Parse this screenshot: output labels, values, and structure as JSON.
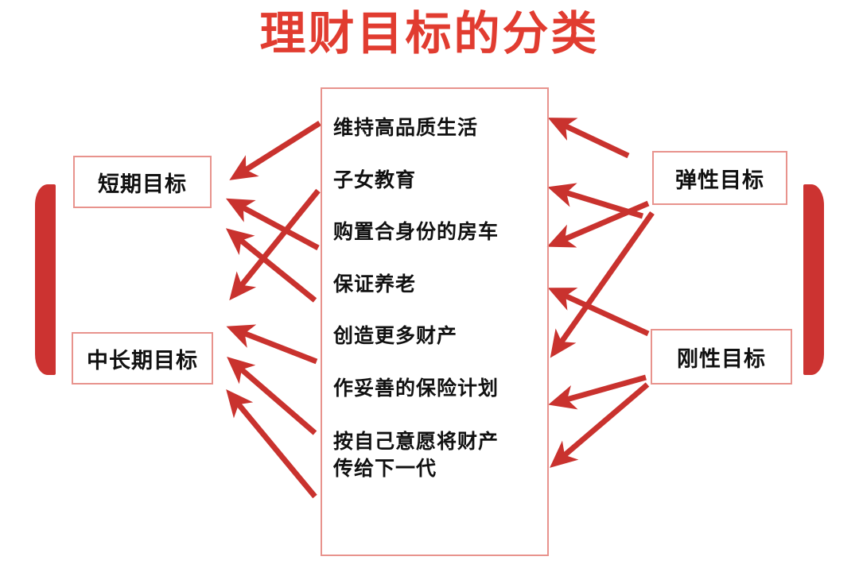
{
  "title": "理财目标的分类",
  "colors": {
    "title_red": "#E13C30",
    "arrow_red": "#C9322E",
    "box_border_pink": "#E8938D",
    "bracket_red": "#CC3331",
    "text_black": "#111111",
    "background": "#FFFFFF"
  },
  "center": {
    "goals": [
      {
        "id": "g1",
        "label": "维持高品质生活"
      },
      {
        "id": "g2",
        "label": "子女教育"
      },
      {
        "id": "g3",
        "label": "购置合身份的房车"
      },
      {
        "id": "g4",
        "label": "保证养老"
      },
      {
        "id": "g5",
        "label": "创造更多财产"
      },
      {
        "id": "g6",
        "label": "作妥善的保险计划"
      },
      {
        "id": "g7",
        "label": "按自己意愿将财产\n传给下一代"
      }
    ]
  },
  "left": {
    "brackets": [
      {
        "id": "bracket-left",
        "name": "left-bracket"
      }
    ],
    "categories": [
      {
        "id": "short",
        "label": "短期目标"
      },
      {
        "id": "midlong",
        "label": "中长期目标"
      }
    ]
  },
  "right": {
    "brackets": [
      {
        "id": "bracket-right",
        "name": "right-bracket"
      }
    ],
    "categories": [
      {
        "id": "elastic",
        "label": "弹性目标"
      },
      {
        "id": "rigid",
        "label": "刚性目标"
      }
    ]
  },
  "connections": {
    "left_arrows": [
      {
        "from_goal": "g1",
        "to_category": "short"
      },
      {
        "from_goal": "g2",
        "to_category": "midlong"
      },
      {
        "from_goal": "g3",
        "to_category": "short"
      },
      {
        "from_goal": "g4",
        "to_category": "short"
      },
      {
        "from_goal": "g5",
        "to_category": "midlong"
      },
      {
        "from_goal": "g6",
        "to_category": "midlong"
      },
      {
        "from_goal": "g7",
        "to_category": "midlong"
      }
    ],
    "right_arrows": [
      {
        "from_category": "elastic",
        "to_goal": "g1"
      },
      {
        "from_category": "elastic",
        "to_goal": "g3"
      },
      {
        "from_category": "elastic",
        "to_goal": "g5"
      },
      {
        "from_category": "rigid",
        "to_goal": "g2"
      },
      {
        "from_category": "rigid",
        "to_goal": "g4"
      },
      {
        "from_category": "rigid",
        "to_goal": "g6"
      },
      {
        "from_category": "rigid",
        "to_goal": "g7"
      }
    ]
  }
}
